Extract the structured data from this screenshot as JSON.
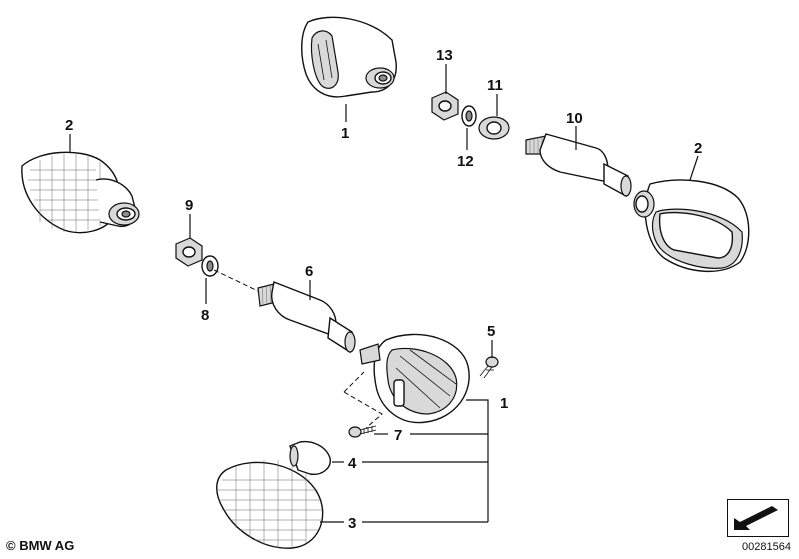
{
  "callouts": [
    {
      "id": "c-1-top",
      "label": "1"
    },
    {
      "id": "c-2-left",
      "label": "2"
    },
    {
      "id": "c-13",
      "label": "13"
    },
    {
      "id": "c-11",
      "label": "11"
    },
    {
      "id": "c-12",
      "label": "12"
    },
    {
      "id": "c-10",
      "label": "10"
    },
    {
      "id": "c-2-right",
      "label": "2"
    },
    {
      "id": "c-9",
      "label": "9"
    },
    {
      "id": "c-8",
      "label": "8"
    },
    {
      "id": "c-6",
      "label": "6"
    },
    {
      "id": "c-5",
      "label": "5"
    },
    {
      "id": "c-1-right",
      "label": "1"
    },
    {
      "id": "c-7",
      "label": "7"
    },
    {
      "id": "c-4",
      "label": "4"
    },
    {
      "id": "c-3",
      "label": "3"
    }
  ],
  "footer": {
    "copyright": "© BMW AG",
    "drawing_number": "00281564"
  }
}
